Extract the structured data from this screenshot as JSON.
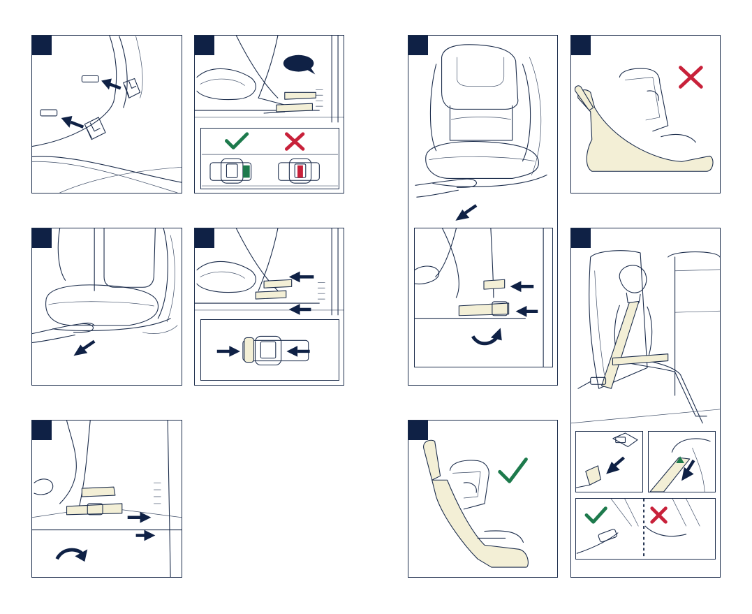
{
  "colors": {
    "frame": "#1a2b4a",
    "badge": "#0f2145",
    "arrow": "#0f2145",
    "highlight": "#f3efd6",
    "correct": "#1d7a4c",
    "incorrect": "#c8213a",
    "indicator_green": "#1d7a4c",
    "indicator_red": "#c8213a"
  },
  "steps": [
    {
      "id": "1",
      "content": [
        "isofix-guide-icon",
        "arrow-icon"
      ]
    },
    {
      "id": "2",
      "content": [
        "speech-bubble-icon",
        "checkmark-icon",
        "cross-icon",
        "indicator-green",
        "indicator-red"
      ]
    },
    {
      "id": "3",
      "content": [
        "hand-icon",
        "arrow-icon"
      ]
    },
    {
      "id": "4",
      "content": [
        "arrow-icon"
      ]
    },
    {
      "id": "5",
      "content": [
        "arrow-icon",
        "rotate-arrow-icon"
      ]
    },
    {
      "id": "6",
      "content": [
        "hand-icon",
        "arrow-icon",
        "rotate-arrow-icon"
      ]
    },
    {
      "id": "7",
      "content": [
        "checkmark-icon"
      ]
    },
    {
      "id": "8",
      "content": [
        "cross-icon"
      ]
    },
    {
      "id": "9",
      "content": [
        "child-icon",
        "belt-buckle-icon",
        "checkmark-icon",
        "cross-icon"
      ]
    }
  ]
}
